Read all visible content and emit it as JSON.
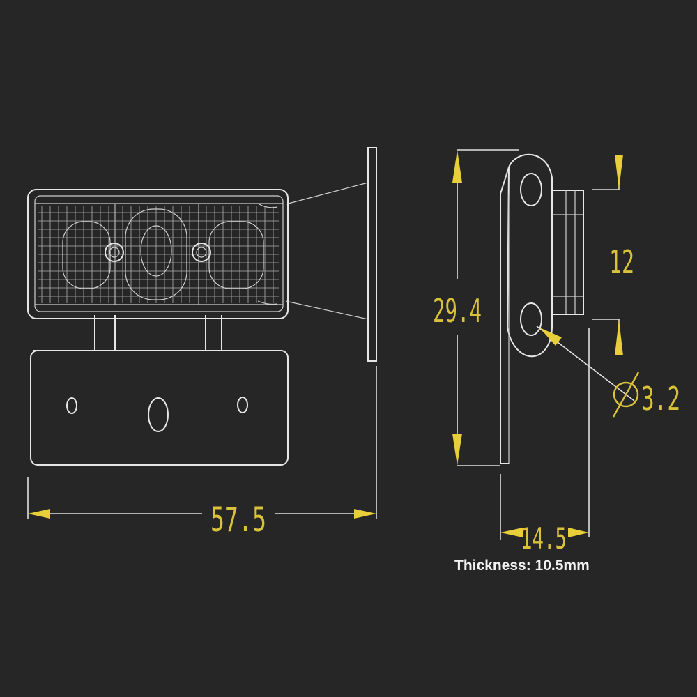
{
  "dimensions": {
    "width": "57.5",
    "height": "29.4",
    "hole_spacing": "12",
    "depth": "14.5",
    "hole_diameter": "3.2"
  },
  "caption": "Thickness: 10.5mm",
  "colors": {
    "background": "#262627",
    "outline": "#e6e6e6",
    "dimension_text": "#d9c23a",
    "arrow": "#e8cf3a"
  }
}
